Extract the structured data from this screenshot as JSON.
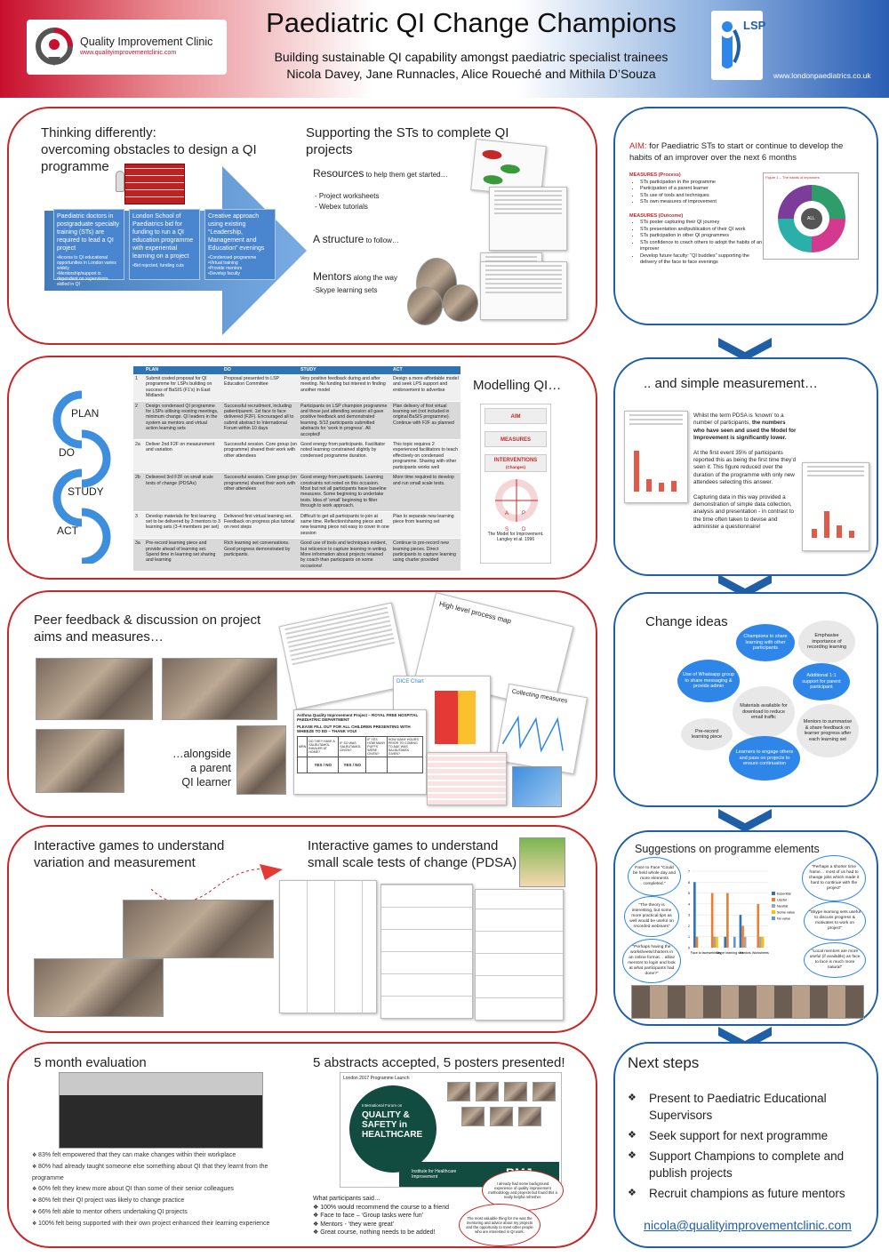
{
  "header": {
    "title": "Paediatric QI Change Champions",
    "subtitle": "Building sustainable QI capability amongst paediatric specialist trainees",
    "authors": "Nicola Davey, Jane Runnacles, Alice Roueché and Mithila D’Souza",
    "logo_name": "Quality Improvement Clinic",
    "logo_url": "www.qualityimprovementclinic.com",
    "lsp_logo": "LSP",
    "lsp_url": "www.londonpaediatrics.co.uk"
  },
  "thinking": {
    "title": "Thinking differently:\novercoming obstacles to design a QI programme",
    "box1_title": "Paediatric doctors in postgraduate specialty training (STs) are required to lead a QI project",
    "box1_bullets": "•Access to QI educational opportunities in London varies widely\n•Mentorship/support is dependent on supervisors skilled in QI",
    "box2_title": "London School of Paediatrics bid for funding to run a QI education programme with experiential learning on a project",
    "box2_bullets": "•Bid rejected, funding cuts",
    "box3_title": "Creative approach using existing “Leadership, Management and Education” evenings",
    "box3_bullets": "•Condensed programme\n•Virtual training\n•Provide mentors\n•Develop faculty"
  },
  "supporting": {
    "title": "Supporting the STs to complete QI projects",
    "resources_head": "Resources",
    "resources_tail": " to help them get started…",
    "res_items": [
      "-  Project worksheets",
      "-  Webex tutorials"
    ],
    "structure_head": "A structure",
    "structure_tail": " to follow…",
    "mentors_head": "Mentors",
    "mentors_tail": " along the way",
    "mentors_sub": "-Skype learning sets"
  },
  "aim": {
    "label": "AIM:",
    "text": " for Paediatric STs to start or continue to develop the habits of an improver over the next 6 months",
    "process_head": "MEASURES (Process)",
    "process_items": [
      "STs participation in the programme",
      "Participation of a parent learner",
      "STs use of tools and techniques",
      "STs own measures of improvement"
    ],
    "outcome_head": "MEASURES (Outcome)",
    "outcome_items": [
      "STs poster capturing their QI journey",
      "STs presentation and/publication of their QI work",
      "STs participation in other QI programmes",
      "STs confidence to coach others to adopt the habits of an improver",
      "Develop future faculty: “QI buddies” supporting the delivery of the face to face evenings"
    ],
    "figure_caption": "Figure 1 – The habits of improvers",
    "wheel_center": "ALL"
  },
  "pdsa": {
    "cycle": [
      "PLAN",
      "DO",
      "STUDY",
      "ACT"
    ],
    "columns": [
      "",
      "PLAN",
      "DO",
      "STUDY",
      "ACT"
    ],
    "rows": [
      [
        "1",
        "Submit costed proposal for QI programme for LSPs building on success of BaSIS (F1’s) in East Midlands",
        "Proposal presented to LSP Education Committee",
        "Very positive feedback during and after meeting.\nNo funding but interest in finding another model",
        "Design a more affordable model and seek LPS support and endorsement to advertise"
      ],
      [
        "2",
        "Design condensed QI programme for LSPs utilising existing meetings, minimum change. QI leaders in the system as mentors and virtual action learning sets",
        "Successful recruitment, including patient/parent.\n1st face to face delivered (F2F).\nEncouraged all to submit abstract to International Forum within 10 days",
        "Participants on LSP champion programme and those just attending session all gave positive feedback and demonstrated learning. 5/12 participants submitted abstracts for ‘work in progress’. All accepted!",
        "Plan delivery of first virtual learning set (not included in original BaSIS programme).\nContinue with F2F as planned"
      ],
      [
        "2a",
        "Deliver 2nd F2F on measurement and variation",
        "Successful session. Core group (on programme) shared their work with other attendees",
        "Good energy from participants. Facilitator noted learning constrained slightly by condensed programme duration.",
        "This topic requires 2 experienced facilitators to teach effectively on condensed programme. Sharing with other participants works well"
      ],
      [
        "2b",
        "Delivered 3rd F2F on small scale tests of change (PDSAs)",
        "Successful session. Core group (on programme) shared their work with other attendees",
        "Good energy from participants. Learning constraints not noted on this occasion. Most but not all participants have baseline measures. Some beginning to undertake tests. Idea of ‘small’ beginning to filter through to work approach.",
        "More time required to develop and run small scale tests."
      ],
      [
        "3",
        "Develop materials for first learning set to be delivered by 3 mentors to 3 learning sets (3-4 members per set)",
        "Delivered first virtual learning set. Feedback on progress plus tutorial on next steps",
        "Difficult to get all participants to join at same time. Reflection/sharing piece and new learning piece not easy to cover in one session",
        "Plan to separate new learning piece from learning set"
      ],
      [
        "3a",
        "Pre-record learning piece and provide ahead of learning set. Spend time in learning set sharing and learning",
        "Rich learning set conversations. Good progress demonstrated by participants.",
        "Good use of tools and techniques evident, but reticence to capture learning in writing. More information about projects retained by coach than participants on some occasions!",
        "Continue to pre-record new learning pieces. Direct participants to capture learning using charter provided"
      ]
    ]
  },
  "modelling": {
    "title": "Modelling QI…",
    "aim": "AIM",
    "measures": "MEASURES",
    "interventions": "INTERVENTIONS",
    "changes": "(Changes)",
    "cycle": [
      "A",
      "P",
      "S",
      "D"
    ],
    "caption1": "The Model for Improvement.",
    "caption2": "Langley et al. 1996"
  },
  "measurement": {
    "title": ".. and simple measurement…",
    "para1a": "Whilst the term PDSA is ‘known’ to a number of participants, ",
    "para1b": "the numbers who have seen and used the Model for Improvement is significantly lower.",
    "para2": "At the first event 35% of participants reported this as being the first time they’d seen it. This figure reduced over the duration of the programme with only new attendees selecting this answer.",
    "para3": "Capturing data in this way provided a demonstration of simple data collection, analysis and presentation - in contrast to the time often taken to devise and administer a questionnaire!"
  },
  "peer": {
    "title": "Peer feedback & discussion on project aims and measures…",
    "parent": "…alongside\na parent\nQI learner",
    "asthma_title": "Asthma Quality Improvement Project – ROYAL FREE HOSPITAL PAEDIATRIC DEPARTMENT",
    "asthma_sub": "PLEASE FILL OUT FOR ALL CHILDREN PRESENTING WITH WHEEZE TO ED – THANK YOU!",
    "asthma_cols": [
      "MRN",
      "DO THEY HAVE A SALBUTAMOL INHALER AT HOME?",
      "IF SO WAS SALBUTAMOL GIVEN?",
      "IF YES HOW MANY PUFFS WERE GIVEN?",
      "HOW MANY HOURS PRIOR TO COMING TO A&E WAS SALBUTAMOL GIVEN?"
    ],
    "asthma_yesno": "YES / NO",
    "process_map": "High level process map",
    "collecting": "Collecting measures",
    "dice": "DICE Chart"
  },
  "change": {
    "title": "Change ideas",
    "ideas": [
      "Champions to share learning with other participants",
      "Emphasise importance of recording learning",
      "Use of Whatsapp group to share messaging & provide admin",
      "Additional 1:1 support for parent participant",
      "Materials available for download to reduce email traffic",
      "Pre-record learning piece",
      "Mentors to summarise & share feedback on learner progress after each learning set",
      "Learners to engage others and pass on projects to ensure continuation"
    ]
  },
  "games1": {
    "title": "Interactive games to understand variation and measurement"
  },
  "games2": {
    "title": "Interactive games to understand small scale tests of change (PDSA)"
  },
  "suggestions": {
    "title": "Suggestions on programme elements",
    "quotes": [
      "Face to Face “Could be held whole day and more elements completed.”",
      "“Perhaps a shorter time frame… most of us had to change jobs which made it hard to continue with the project”",
      "“The theory is interesting, but some more practical tips as well would be useful on recorded webinars”",
      "“Skype learning sets useful to discuss progress & motivates to work on project”",
      "“Perhaps having the worksheets/charters in an online format… allow mentors to login and look at what participants had done?”",
      "“Local mentors are more useful (if available) as face to face is much more natural”"
    ],
    "chart_data": {
      "type": "bar",
      "categories": [
        "Face to face",
        "webinars",
        "Skype learning sets",
        "Mentors",
        "Worksheets"
      ],
      "series": [
        {
          "name": "Essential",
          "values": [
            6,
            0,
            1,
            3,
            0
          ]
        },
        {
          "name": "Useful",
          "values": [
            1,
            5,
            5,
            2,
            4
          ]
        },
        {
          "name": "Neutral",
          "values": [
            0,
            1,
            0,
            1,
            1
          ]
        },
        {
          "name": "Some value",
          "values": [
            0,
            1,
            0,
            0,
            1
          ]
        },
        {
          "name": "No value",
          "values": [
            0,
            0,
            1,
            0,
            0
          ]
        }
      ],
      "ylim": [
        0,
        7
      ],
      "colors": [
        "#2e75b6",
        "#ed7d31",
        "#a5a5a5",
        "#ffc000",
        "#5b9bd5"
      ]
    }
  },
  "evaluation": {
    "title": "5 month evaluation",
    "items": [
      "83% felt empowered that they can make changes within their workplace",
      "80% had already taught someone else something about QI that they learnt from the programme",
      "60% felt they knew more about QI than some of their senior colleagues",
      "80% felt their QI project was likely to change practice",
      "66% felt able to mentor  others undertaking QI projects",
      "100% felt being supported with their own project enhanced their learning experience"
    ]
  },
  "abstracts": {
    "title": "5 abstracts accepted, 5 posters presented!",
    "forum_top": "London 2017 Programme Launch",
    "forum_small": "International Forum on",
    "forum_big": "QUALITY & SAFETY in HEALTHCARE",
    "ihi": "Institute for Healthcare Improvement",
    "bmj": "BMJ",
    "said_head": "What participants said…",
    "said_items": [
      "100% would recommend the course to a friend",
      "Face to face – ‘Group tasks were fun’",
      "Mentors -  ‘they were great’",
      "Great course, nothing needs to be added!"
    ],
    "quote1": "I already had some background experience of quality improvement methodology and projects but found this a really helpful refresher.",
    "quote2": "The most valuable thing for me was the mentoring and advice about my projects and the opportunity to meet other people who are interested in QI work."
  },
  "next": {
    "title": "Next steps",
    "items": [
      "Present to Paediatric Educational Supervisors",
      "Seek support for next programme",
      "Support Champions to complete and publish projects",
      "Recruit champions as future mentors"
    ],
    "email": "nicola@qualityimprovementclinic.com"
  },
  "colors": {
    "red": "#c62828",
    "blue": "#1f5fa8",
    "accent": "#2e86e8"
  }
}
